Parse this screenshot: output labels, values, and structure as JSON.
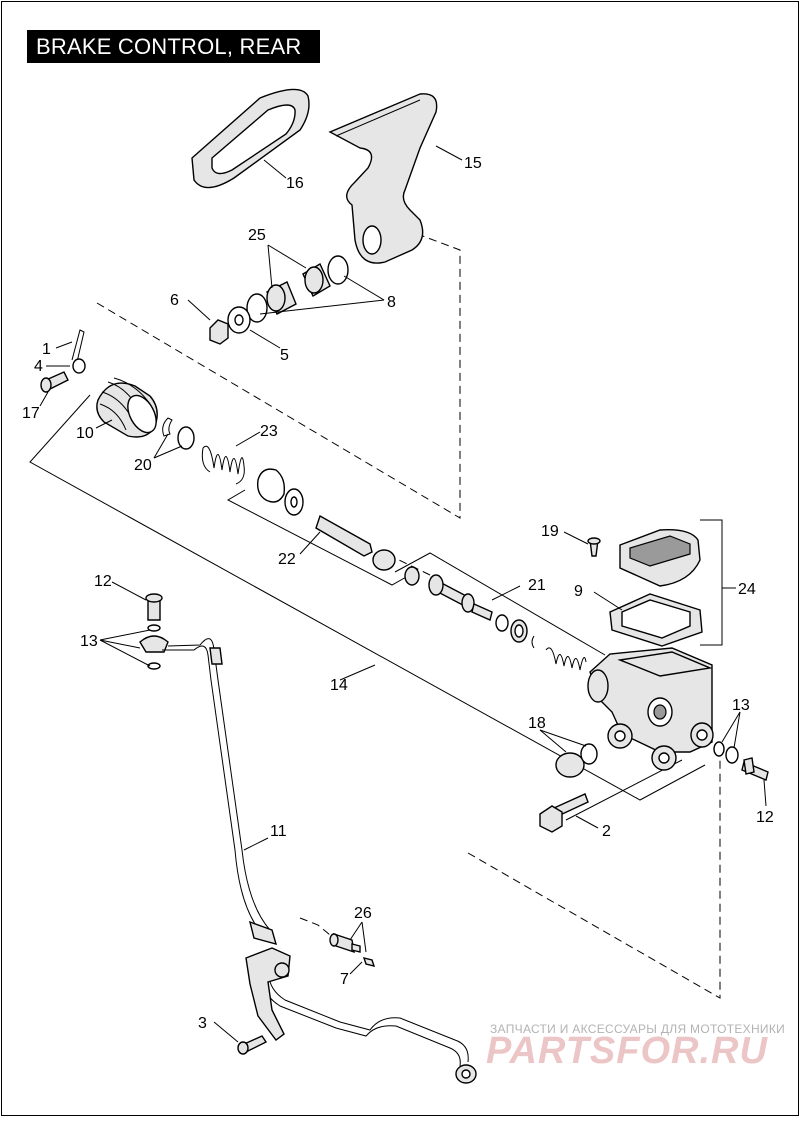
{
  "title": "BRAKE CONTROL, REAR",
  "watermark": {
    "tagline": "ЗАПЧАСТИ И АКСЕССУАРЫ ДЛЯ МОТОТЕХНИКИ",
    "brand": "PARTSFOR.RU"
  },
  "callouts": {
    "c1": "1",
    "c2": "2",
    "c3": "3",
    "c4": "4",
    "c5": "5",
    "c6": "6",
    "c7": "7",
    "c8": "8",
    "c9": "9",
    "c10": "10",
    "c11": "11",
    "c12a": "12",
    "c12b": "12",
    "c13a": "13",
    "c13b": "13",
    "c14": "14",
    "c15": "15",
    "c16": "16",
    "c17": "17",
    "c18": "18",
    "c19": "19",
    "c20": "20",
    "c21": "21",
    "c22": "22",
    "c23": "23",
    "c24": "24",
    "c25": "25",
    "c26": "26"
  }
}
